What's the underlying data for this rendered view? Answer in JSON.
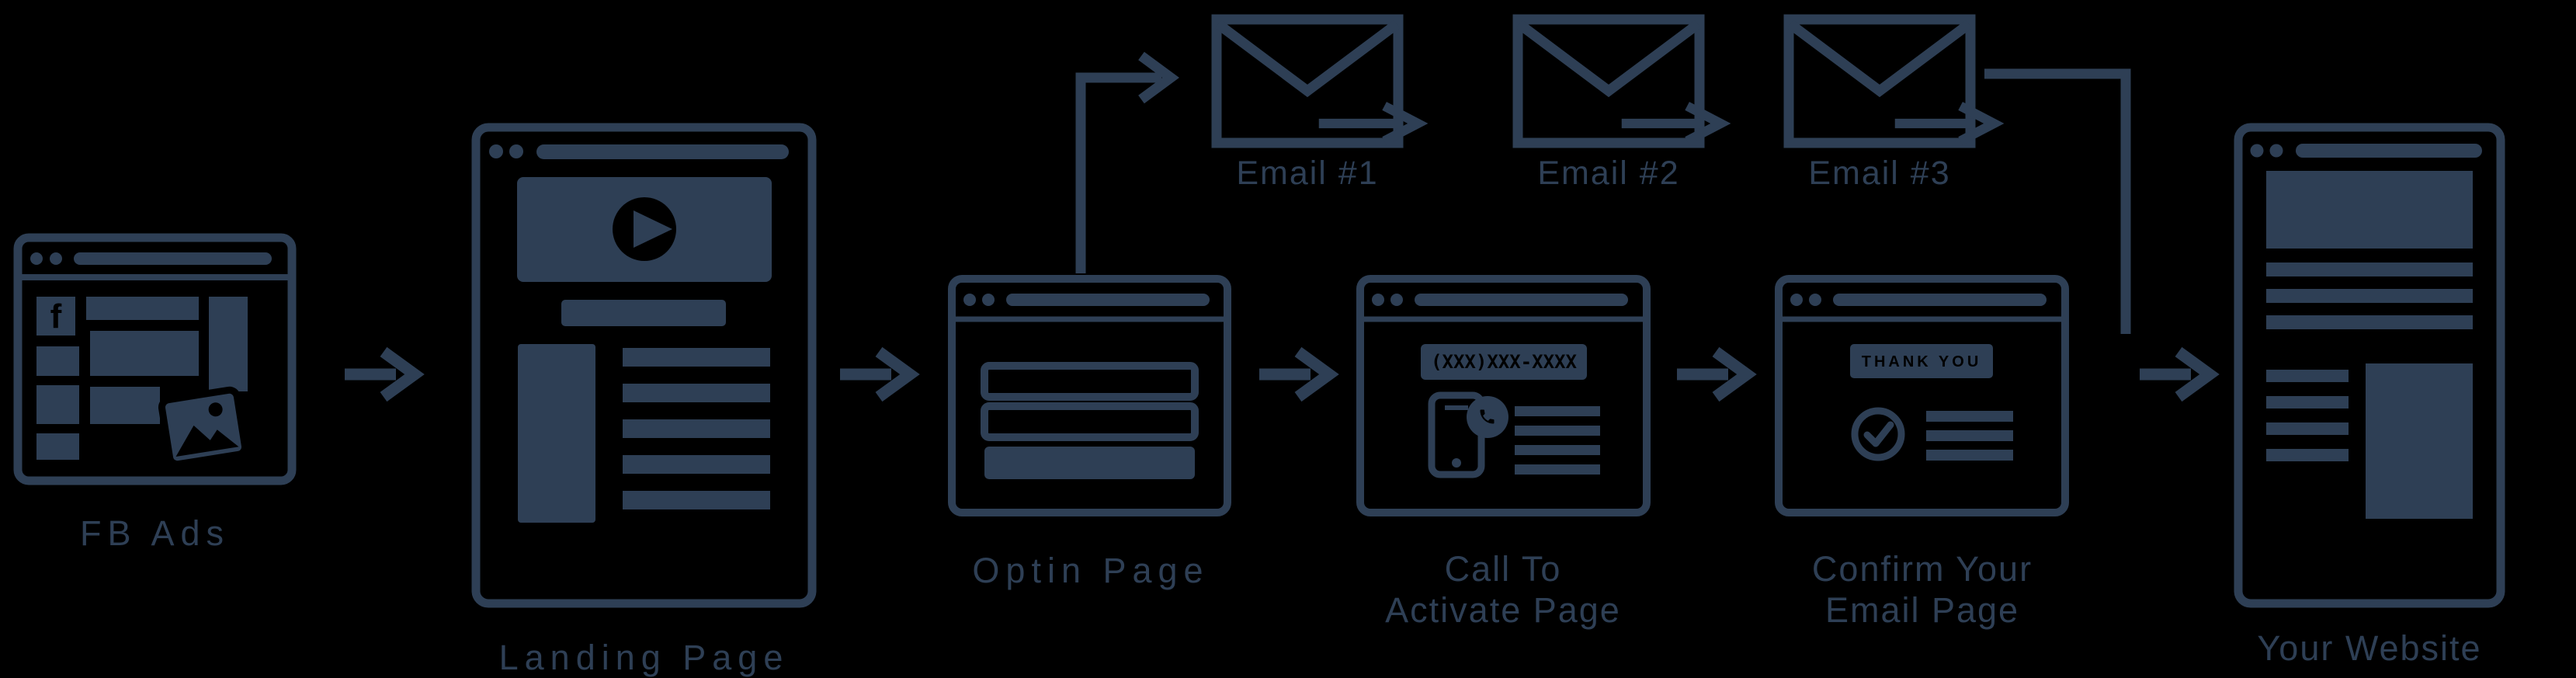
{
  "colors": {
    "primary": "#2e3f55",
    "background": "#000000"
  },
  "nodes": {
    "fb_ads": {
      "label": "FB Ads"
    },
    "landing_page": {
      "label": "Landing Page"
    },
    "optin_page": {
      "label": "Optin Page"
    },
    "email_1": {
      "label": "Email #1"
    },
    "email_2": {
      "label": "Email #2"
    },
    "email_3": {
      "label": "Email #3"
    },
    "call_to_activate": {
      "label_line1": "Call To",
      "label_line2": "Activate Page"
    },
    "confirm_email": {
      "label_line1": "Confirm Your",
      "label_line2": "Email Page"
    },
    "your_website": {
      "label": "Your Website"
    }
  },
  "details": {
    "facebook_f": "f",
    "phone_placeholder": "(XXX)XXX-XXXX",
    "thank_you_button": "THANK YOU"
  },
  "edges": [
    {
      "from": "fb-ads",
      "to": "landing-page"
    },
    {
      "from": "landing-page",
      "to": "optin-page"
    },
    {
      "from": "optin-page",
      "to": "email-1"
    },
    {
      "from": "email-1",
      "to": "email-2"
    },
    {
      "from": "email-2",
      "to": "email-3"
    },
    {
      "from": "email-3",
      "to": "your-website"
    },
    {
      "from": "optin-page",
      "to": "call-to-activate-page"
    },
    {
      "from": "call-to-activate-page",
      "to": "confirm-your-email-page"
    },
    {
      "from": "confirm-your-email-page",
      "to": "your-website"
    }
  ],
  "icons": {
    "fb_ads": "browser-window-facebook-ads-icon",
    "landing_page": "browser-window-video-icon",
    "optin_page": "browser-window-form-icon",
    "email": "envelope-icon",
    "call_to_activate": "browser-window-phone-icon",
    "confirm_email": "browser-window-checkmark-icon",
    "your_website": "browser-window-content-icon",
    "flow_arrow": "right-arrow-icon"
  }
}
